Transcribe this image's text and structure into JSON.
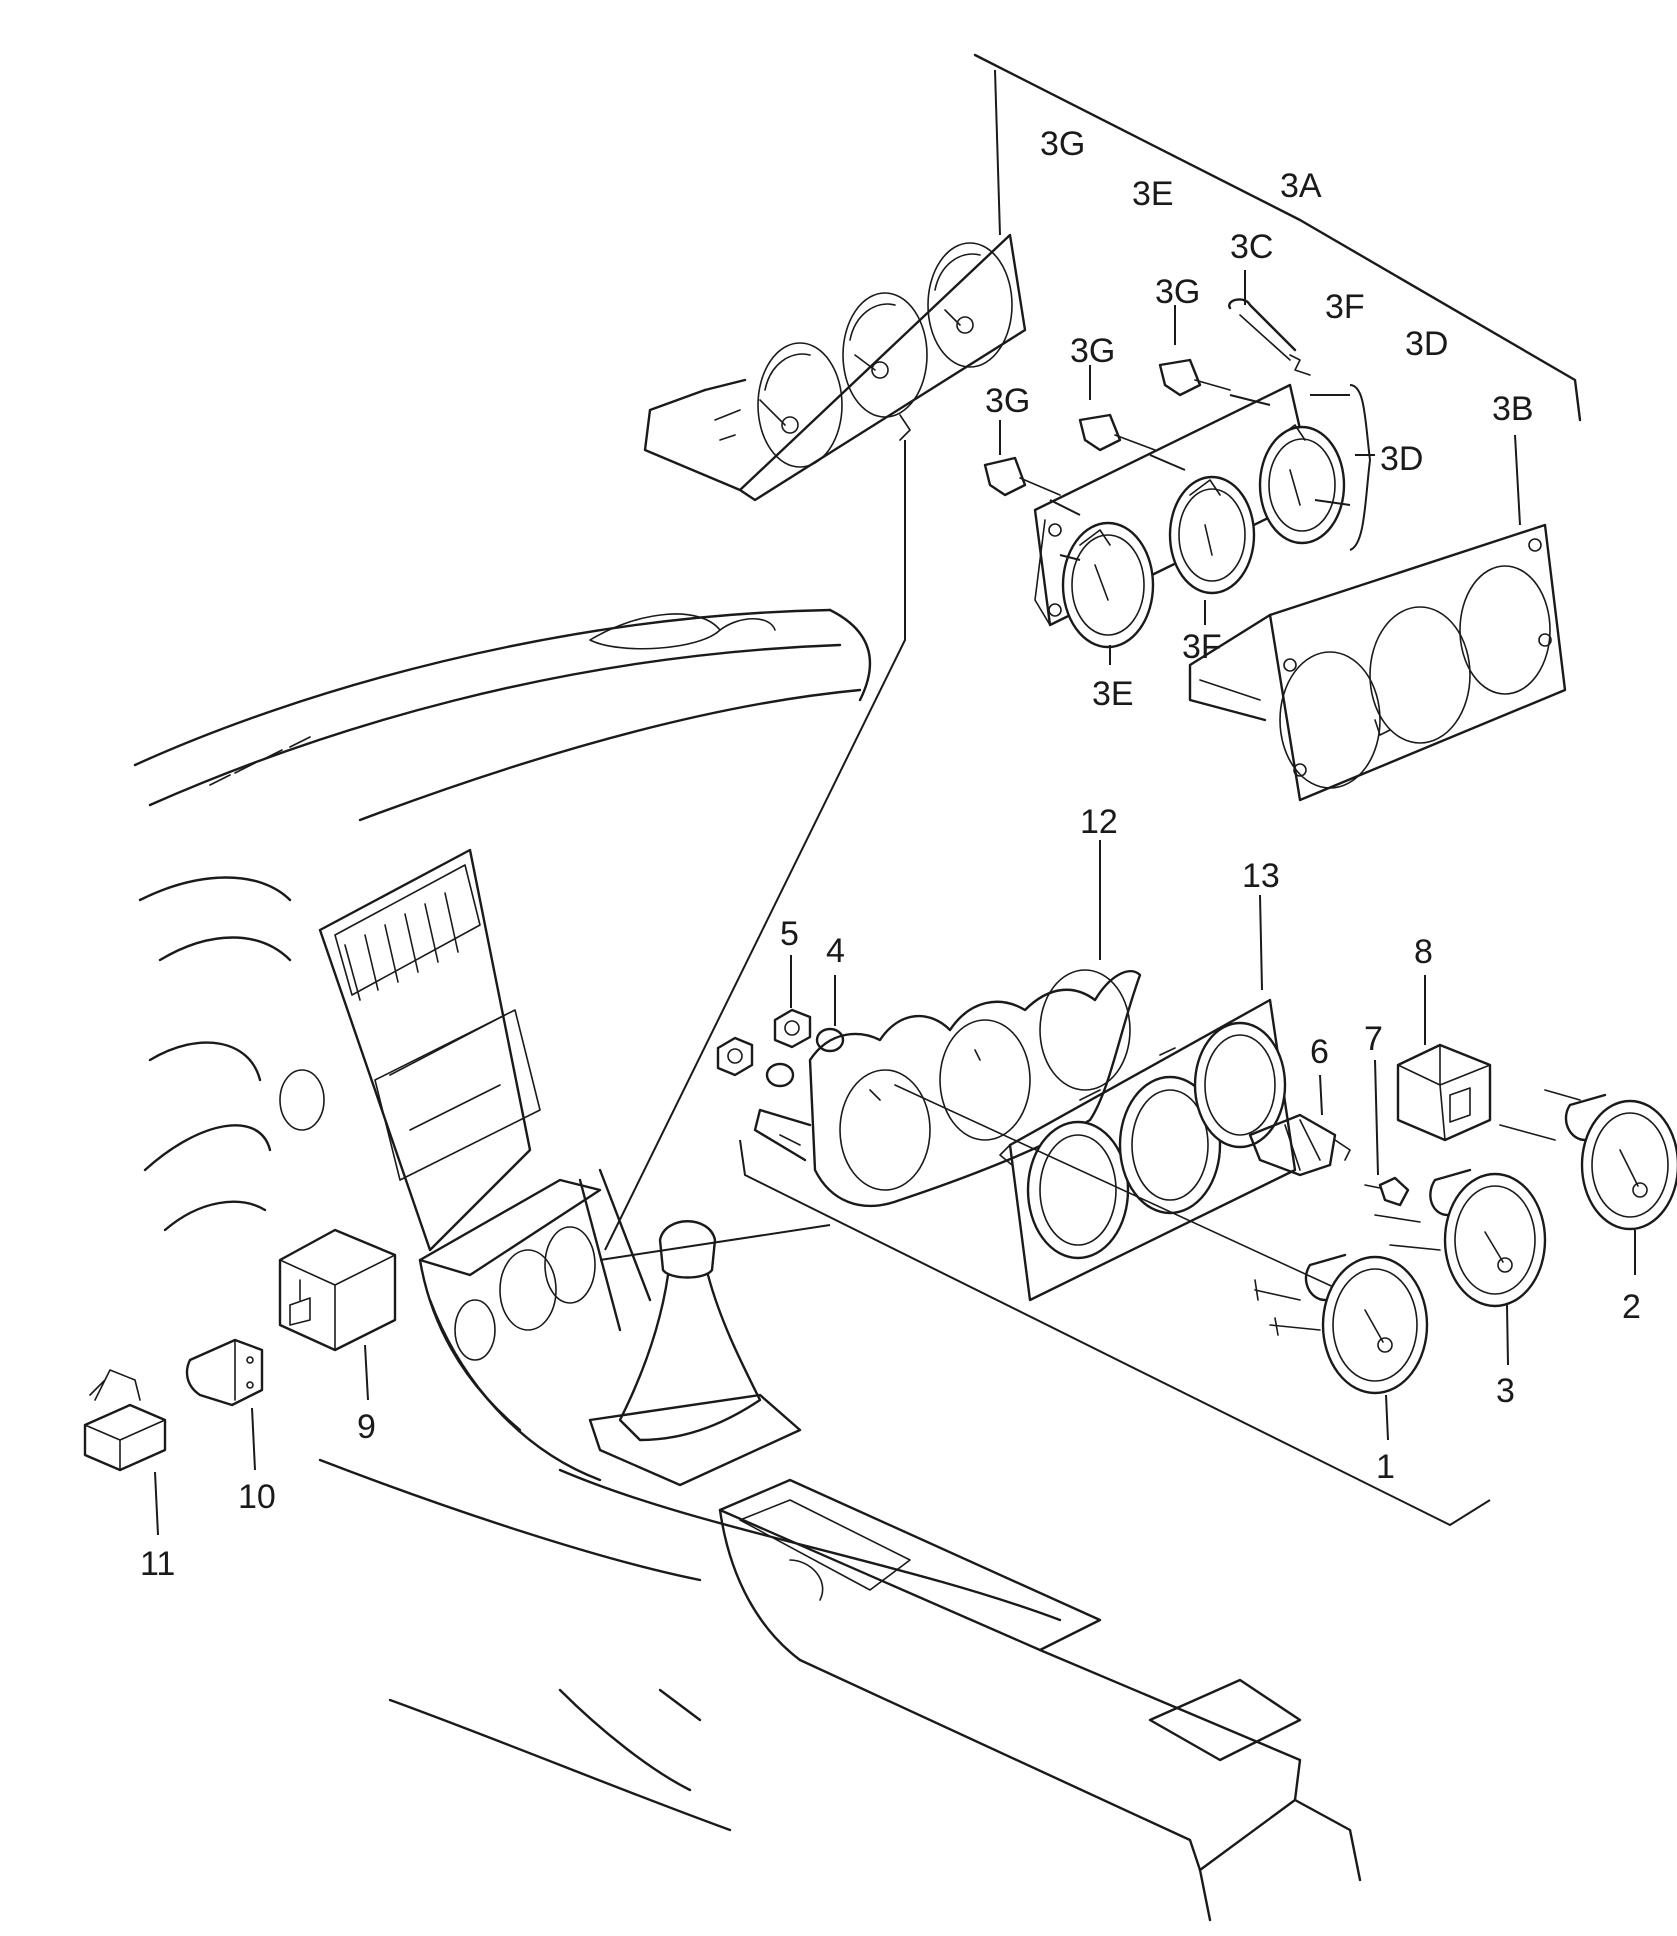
{
  "callouts": {
    "c3g_top": "3G",
    "c3e_top": "3E",
    "c3a": "3A",
    "c3c": "3C",
    "c3g_a": "3G",
    "c3f_top": "3F",
    "c3d_top": "3D",
    "c3g_b": "3G",
    "c3g_c": "3G",
    "c3b": "3B",
    "c3d_br": "3D",
    "c3f": "3F",
    "c3e": "3E",
    "c12": "12",
    "c13": "13",
    "c5": "5",
    "c4": "4",
    "c8": "8",
    "c6": "6",
    "c7": "7",
    "c2": "2",
    "c3": "3",
    "c1": "1",
    "c9": "9",
    "c10": "10",
    "c11": "11"
  }
}
